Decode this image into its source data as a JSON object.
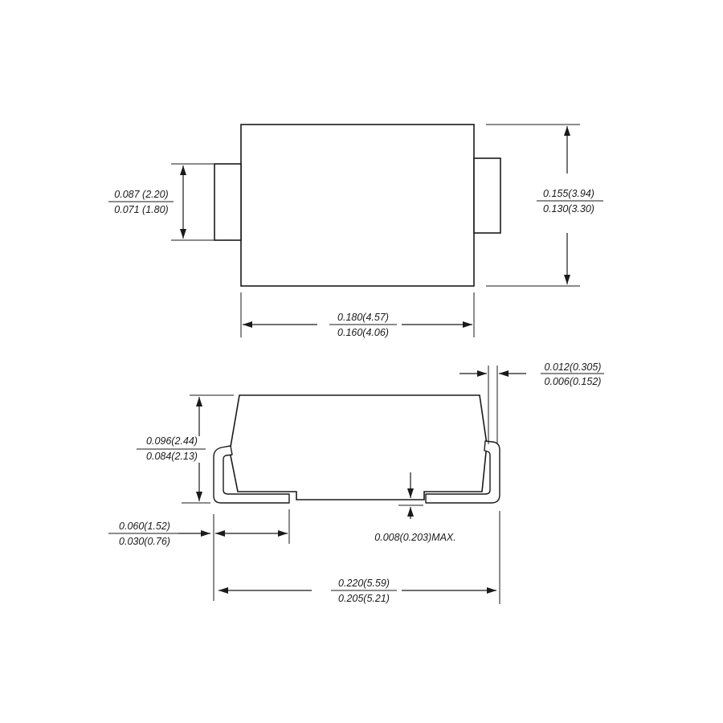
{
  "top_view": {
    "terminal_width": {
      "max": "0.087 (2.20)",
      "min": "0.071 (1.80)"
    },
    "body_width": {
      "max": "0.155(3.94)",
      "min": "0.130(3.30)"
    },
    "body_length": {
      "max": "0.180(4.57)",
      "min": "0.160(4.06)"
    }
  },
  "side_view": {
    "lead_thickness": {
      "max": "0.012(0.305)",
      "min": "0.006(0.152)"
    },
    "package_height": {
      "max": "0.096(2.44)",
      "min": "0.084(2.13)"
    },
    "standoff": "0.008(0.203)MAX.",
    "lead_length": {
      "max": "0.060(1.52)",
      "min": "0.030(0.76)"
    },
    "overall_length": {
      "max": "0.220(5.59)",
      "min": "0.205(5.21)"
    }
  }
}
